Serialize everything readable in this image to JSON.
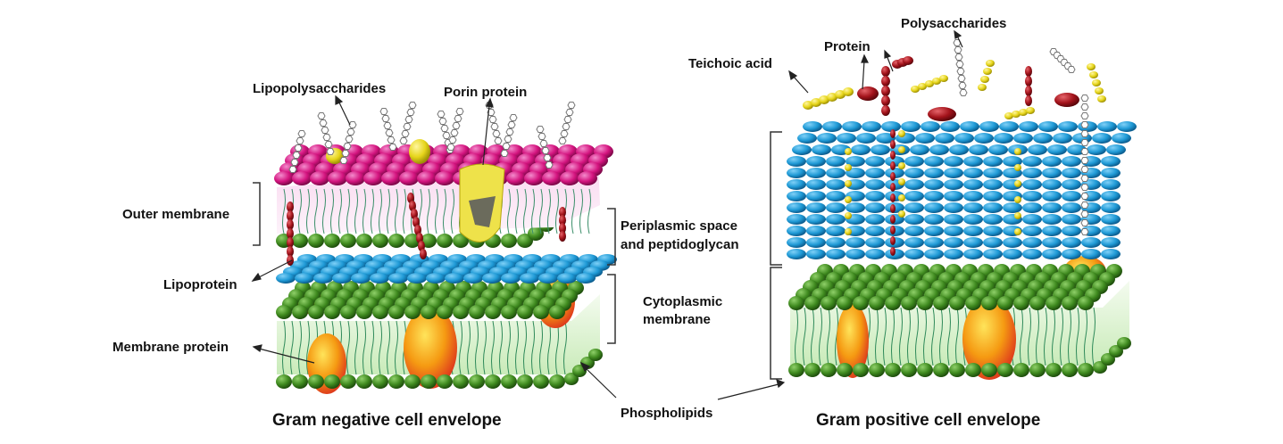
{
  "labels": {
    "lipopolysaccharides": "Lipopolysaccharides",
    "porin_protein": "Porin protein",
    "outer_membrane": "Outer membrane",
    "lipoprotein": "Lipoprotein",
    "membrane_protein": "Membrane protein",
    "periplasmic_line1": "Periplasmic space",
    "periplasmic_line2": "and peptidoglycan",
    "cytoplasmic_line1": "Cytoplasmic",
    "cytoplasmic_line2": "membrane",
    "phospholipids": "Phospholipids",
    "teichoic_acid": "Teichoic acid",
    "protein": "Protein",
    "polysaccharides": "Polysaccharides"
  },
  "titles": {
    "gram_negative": "Gram negative cell envelope",
    "gram_positive": "Gram positive cell envelope"
  },
  "colors": {
    "lps_head": "#d4147f",
    "peptidoglycan": "#1f9ad6",
    "phospholipid_head": "#3f8a1f",
    "lipid_tail_green": "#d9f2cf",
    "lipid_tail_pink": "#f6c9ea",
    "porin": "#eee24a",
    "lipoprotein": "#a3131b",
    "membrane_protein": "#f08a12",
    "teichoic_acid": "#e6d51b"
  }
}
